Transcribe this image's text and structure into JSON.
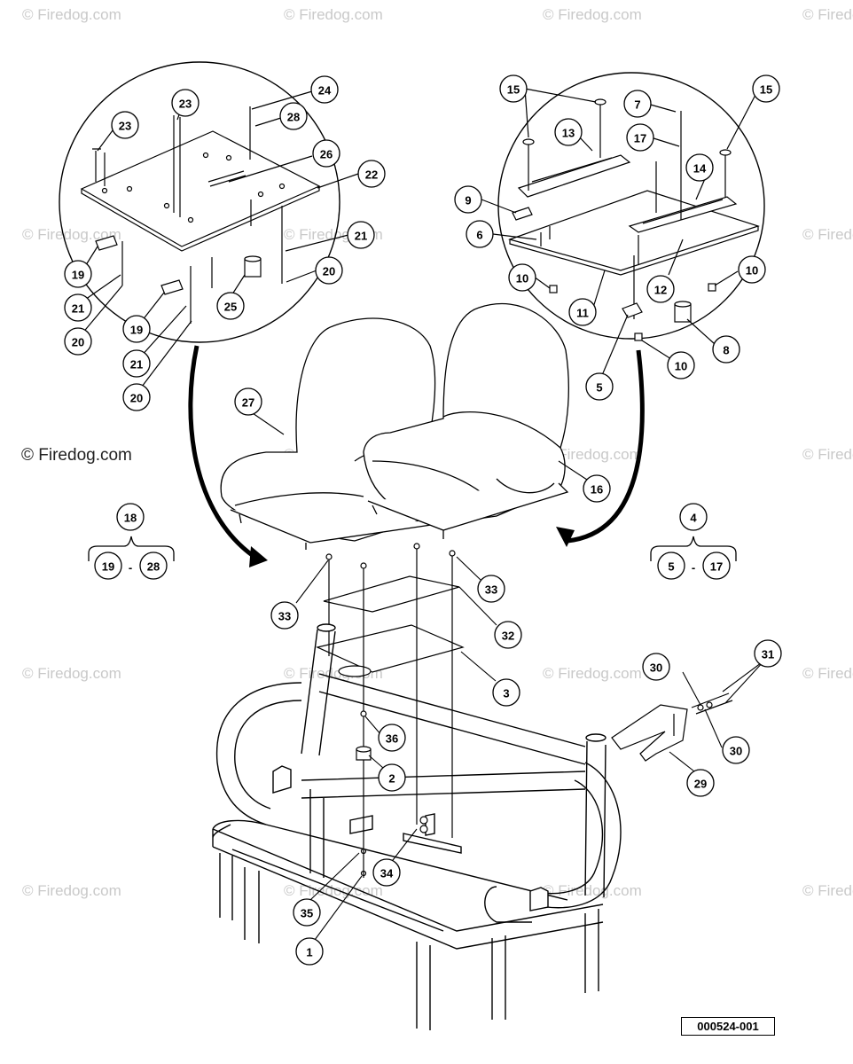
{
  "watermark_text": "© Firedog.com",
  "copyright_label": "© Firedog.com",
  "diagram_code": "000524-001",
  "callouts": [
    {
      "label": "24"
    },
    {
      "label": "28"
    },
    {
      "label": "26"
    },
    {
      "label": "22"
    },
    {
      "label": "23"
    },
    {
      "label": "23"
    },
    {
      "label": "21"
    },
    {
      "label": "20"
    },
    {
      "label": "19"
    },
    {
      "label": "21"
    },
    {
      "label": "20"
    },
    {
      "label": "25"
    },
    {
      "label": "19"
    },
    {
      "label": "21"
    },
    {
      "label": "20"
    },
    {
      "label": "15"
    },
    {
      "label": "7"
    },
    {
      "label": "15"
    },
    {
      "label": "13"
    },
    {
      "label": "17"
    },
    {
      "label": "14"
    },
    {
      "label": "9"
    },
    {
      "label": "6"
    },
    {
      "label": "10"
    },
    {
      "label": "11"
    },
    {
      "label": "12"
    },
    {
      "label": "10"
    },
    {
      "label": "8"
    },
    {
      "label": "5"
    },
    {
      "label": "10"
    },
    {
      "label": "27"
    },
    {
      "label": "16"
    },
    {
      "label": "18"
    },
    {
      "label": "19"
    },
    {
      "label": "28"
    },
    {
      "label": "4"
    },
    {
      "label": "5"
    },
    {
      "label": "17"
    },
    {
      "label": "33"
    },
    {
      "label": "33"
    },
    {
      "label": "32"
    },
    {
      "label": "3"
    },
    {
      "label": "36"
    },
    {
      "label": "2"
    },
    {
      "label": "34"
    },
    {
      "label": "35"
    },
    {
      "label": "1"
    },
    {
      "label": "31"
    },
    {
      "label": "30"
    },
    {
      "label": "30"
    },
    {
      "label": "29"
    }
  ],
  "range_separator": "-"
}
